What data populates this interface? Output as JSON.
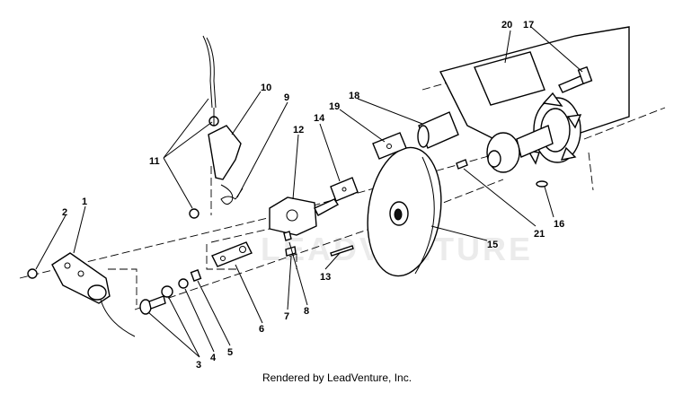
{
  "diagram": {
    "callouts": {
      "c1": "1",
      "c2": "2",
      "c3": "3",
      "c4": "4",
      "c5": "5",
      "c6": "6",
      "c7": "7",
      "c8": "8",
      "c9": "9",
      "c10": "10",
      "c11": "11",
      "c12": "12",
      "c13": "13",
      "c14": "14",
      "c15": "15",
      "c16": "16",
      "c17": "17",
      "c18": "18",
      "c19": "19",
      "c20": "20",
      "c21": "21"
    },
    "watermark": "LEADVENTURE"
  },
  "footer": {
    "credit": "Rendered by LeadVenture, Inc."
  }
}
